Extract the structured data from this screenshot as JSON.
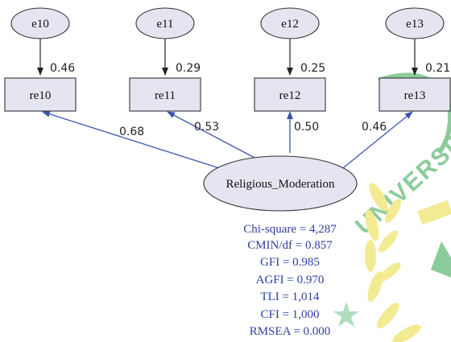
{
  "errors": [
    {
      "id": "e10",
      "label": "e10",
      "r2": "0.46"
    },
    {
      "id": "e11",
      "label": "e11",
      "r2": "0.29"
    },
    {
      "id": "e12",
      "label": "e12",
      "r2": "0.25"
    },
    {
      "id": "e13",
      "label": "e13",
      "r2": "0.21"
    }
  ],
  "indicators": [
    {
      "label": "re10",
      "loading": "0.68"
    },
    {
      "label": "re11",
      "loading": "0.53"
    },
    {
      "label": "re12",
      "loading": "0.50"
    },
    {
      "label": "re13",
      "loading": "0.46"
    }
  ],
  "latent": {
    "label": "Religious_Moderation"
  },
  "fit_indices": [
    "Chi-square = 4,287",
    "CMIN/df = 0.857",
    "GFI = 0.985",
    "AGFI = 0.970",
    "TLI = 1,014",
    "CFI = 1,000",
    "RMSEA = 0.000"
  ],
  "colors": {
    "path_arrow": "#3d55b0",
    "error_arrow": "#222222",
    "node_fill": "#e4e5f0",
    "fit_text": "#2f3fa0",
    "watermark_green": "#2fa24a",
    "watermark_yellow": "#e8dc3a"
  },
  "watermark": {
    "text": "UNIVERSITAS"
  }
}
